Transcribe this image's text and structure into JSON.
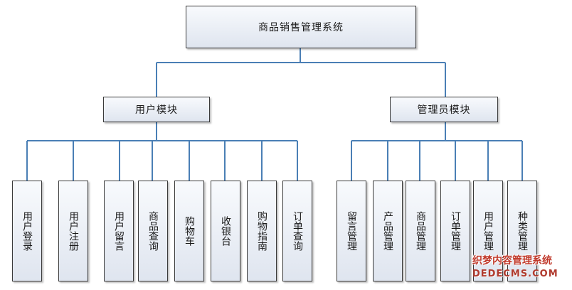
{
  "diagram": {
    "root": {
      "label": "商品销售管理系统"
    },
    "modules": [
      {
        "label": "用户模块",
        "children": [
          "用户登录",
          "用户注册",
          "用户留言",
          "商品查询",
          "购物车",
          "收银台",
          "购物指南",
          "订单查询"
        ]
      },
      {
        "label": "管理员模块",
        "children": [
          "留言管理",
          "产品管理",
          "商品管理",
          "订单管理",
          "用户管理",
          "种类管理"
        ]
      }
    ],
    "line_color": "#4a7fb5",
    "box_border_color": "#3a3a3a"
  },
  "watermark": {
    "cn": "织梦内容管理系统",
    "en": "DEDECMS.COM"
  }
}
